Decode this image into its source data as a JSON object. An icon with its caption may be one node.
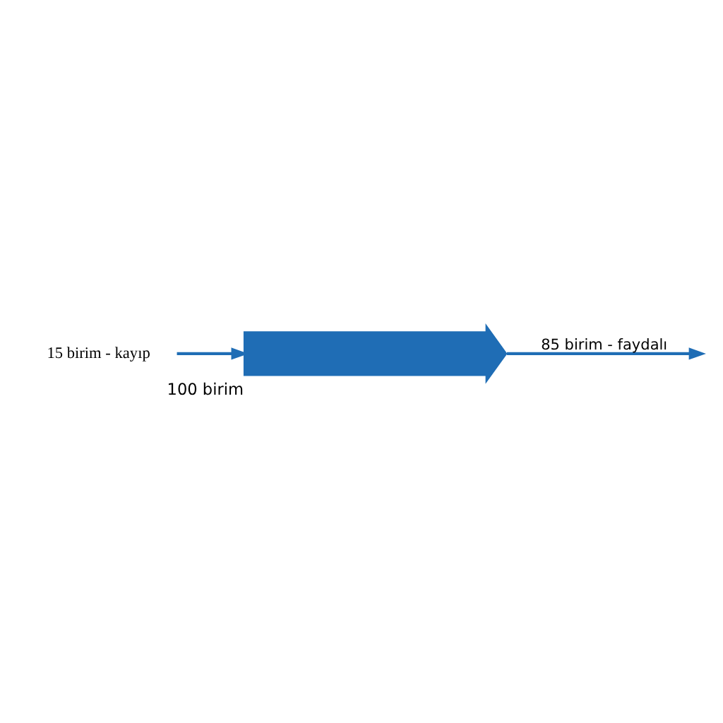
{
  "diagram": {
    "nodes": [
      {
        "text": [
          "15 birim - kayıp"
        ]
      },
      {
        "text": [],
        "shape": "arrow",
        "beside": [
          "100 birim"
        ]
      }
    ],
    "edges": [
      {
        "from": 0,
        "to": 1,
        "arrow": "to"
      },
      {
        "from": 1,
        "to": null,
        "arrow": "to",
        "label": "85 birim - faydalı"
      }
    ]
  }
}
